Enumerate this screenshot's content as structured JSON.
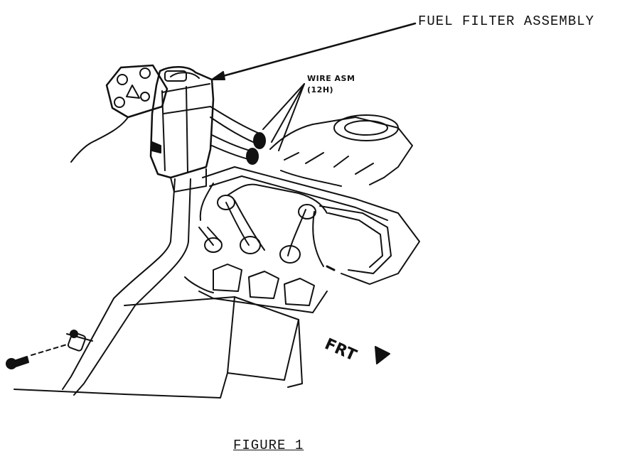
{
  "labels": {
    "fuel_filter": "FUEL FILTER ASSEMBLY",
    "wire_line1": "WIRE ASM",
    "wire_line2": "(12H)",
    "front": "FRT",
    "caption": "FIGURE 1"
  },
  "icons": [
    "front-arrow-icon"
  ],
  "colors": {
    "ink": "#111111",
    "background": "#ffffff"
  }
}
